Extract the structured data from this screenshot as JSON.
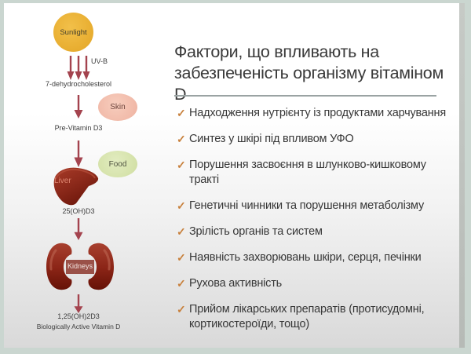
{
  "slide": {
    "title": {
      "line1": "Фактори, що впливають на",
      "line2": "забезпеченість організму вітаміном D"
    },
    "check_glyph": "✓",
    "bullets": [
      "Надходження нутрієнту із продуктами харчування",
      "Синтез у шкірі під впливом УФО",
      "Порушення засвоєння в шлунково-кишковому тракті",
      "Генетичні чинники та порушення метаболізму",
      "Зрілість органів та систем",
      "Наявність захворювань шкіри, серця, печінки",
      "Рухова активність",
      "Прийом лікарських препаратів (протисудомні, кортикостероїди, тощо)"
    ],
    "colors": {
      "frame": "#cad6d0",
      "checkmark": "#c8813d",
      "arrow_red": "#a4434e",
      "sun_yellow": "#eab135",
      "skin_pink": "#f1baa9",
      "food_green": "#d5e2aa",
      "organ_red": "#8d2a1b"
    }
  },
  "diagram": {
    "sunlight": "Sunlight",
    "uvb": "UV-B",
    "dhc": "7-dehydrocholesterol",
    "skin": "Skin",
    "previtamin": "Pre-Vitamin D3",
    "food": "Food",
    "liver": "Liver",
    "ohd3": "25(OH)D3",
    "kidneys": "Kidneys",
    "dihydroxy": "1,25(OH)2D3",
    "active": "Biologically Active Vitamin D"
  }
}
